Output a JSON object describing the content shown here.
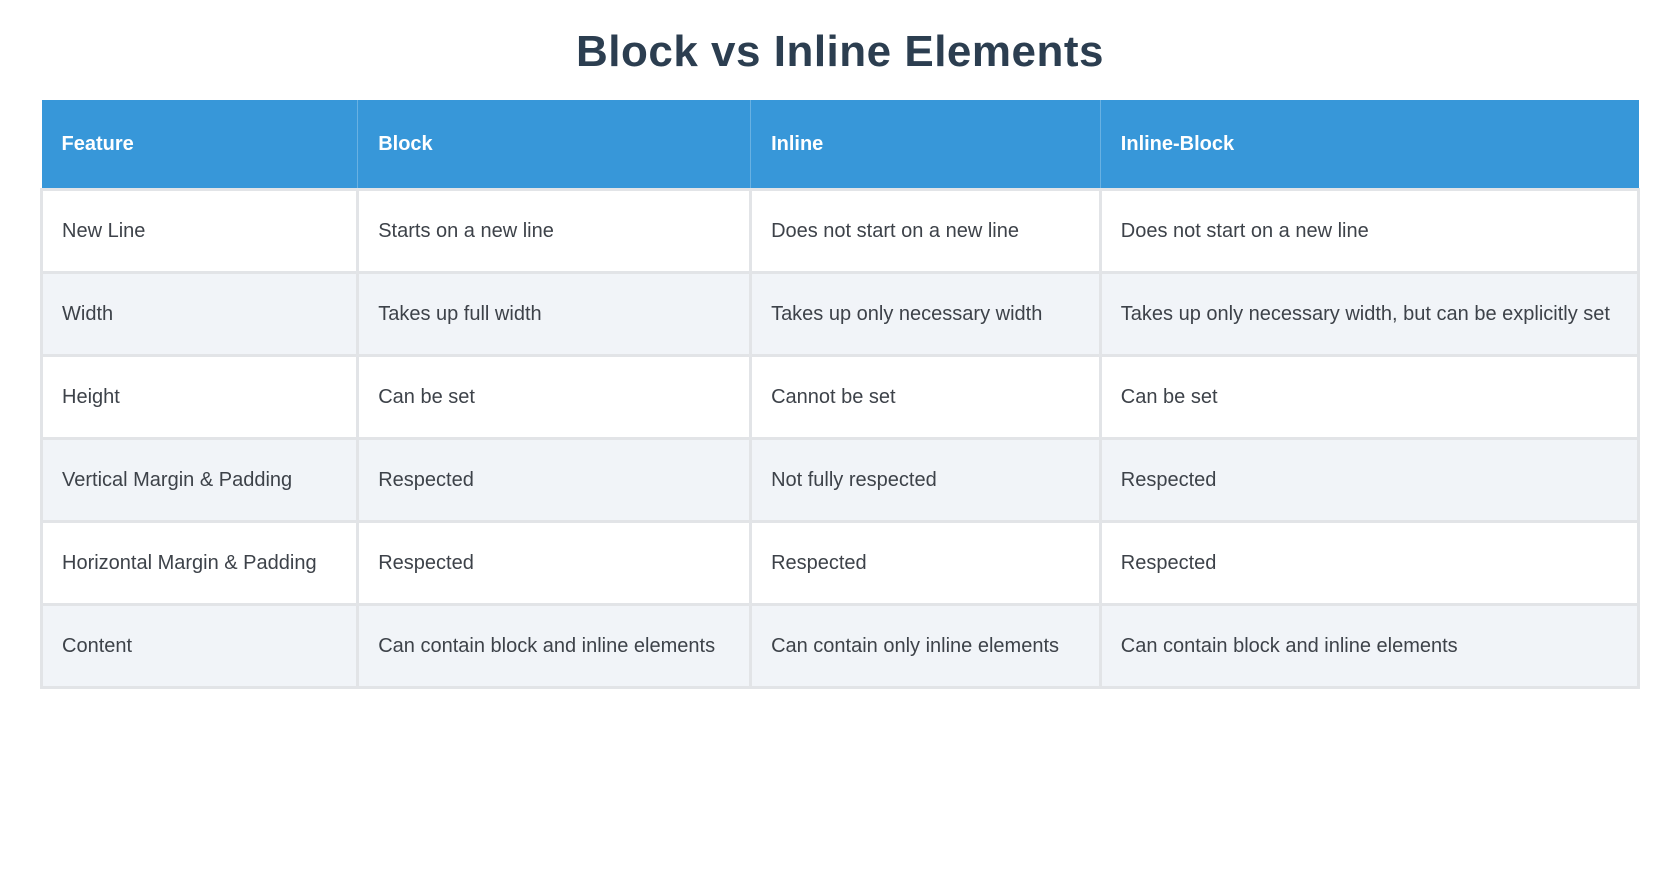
{
  "page": {
    "title": "Block vs Inline Elements"
  },
  "colors": {
    "header_bg": "#3797d9",
    "header_text": "#ffffff",
    "stripe": "#f1f4f8",
    "border": "#e2e4e7",
    "title": "#2c3e50",
    "text": "#3d4249",
    "page_bg": "#ffffff"
  },
  "table": {
    "columns": [
      "Feature",
      "Block",
      "Inline",
      "Inline-Block"
    ],
    "rows": [
      {
        "cells": [
          "New Line",
          "Starts on a new line",
          "Does not start on a new line",
          "Does not start on a new line"
        ]
      },
      {
        "cells": [
          "Width",
          "Takes up full width",
          "Takes up only necessary width",
          "Takes up only necessary width, but can be explicitly set"
        ]
      },
      {
        "cells": [
          "Height",
          "Can be set",
          "Cannot be set",
          "Can be set"
        ]
      },
      {
        "cells": [
          "Vertical Margin & Padding",
          "Respected",
          "Not fully respected",
          "Respected"
        ]
      },
      {
        "cells": [
          "Horizontal Margin & Padding",
          "Respected",
          "Respected",
          "Respected"
        ]
      },
      {
        "cells": [
          "Content",
          "Can contain block and inline elements",
          "Can contain only inline elements",
          "Can contain block and inline elements"
        ]
      }
    ]
  }
}
